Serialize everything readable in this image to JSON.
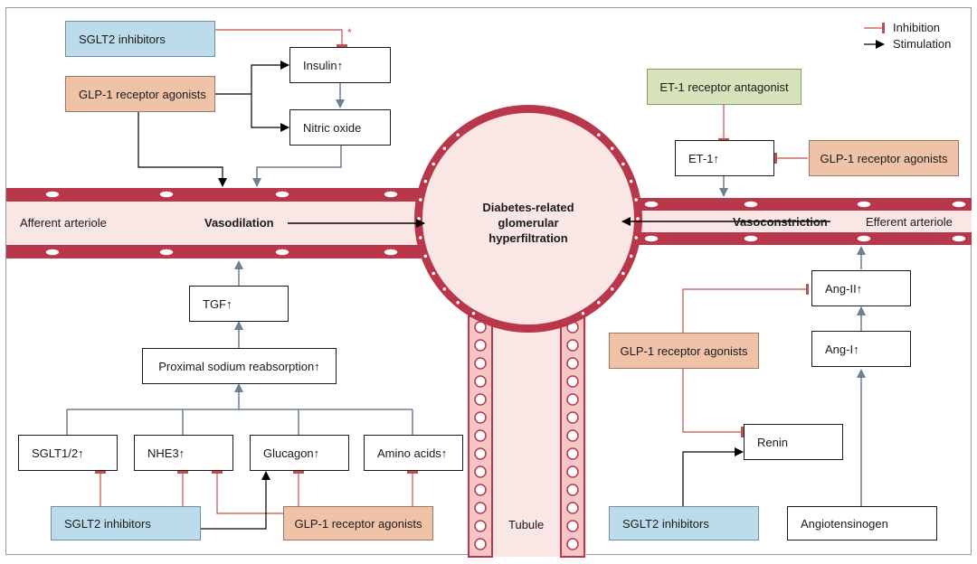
{
  "legend": {
    "inhibition": "Inhibition",
    "stimulation": "Stimulation"
  },
  "colors": {
    "inhibition": "#c0504d",
    "stimulation": "#000000",
    "pathway": "#6b7f8f",
    "vessel_wall": "#b8374a",
    "vessel_lumen": "#fbe6e6"
  },
  "nodes": {
    "sglt2_top": "SGLT2 inhibitors",
    "glp1_top_left": "GLP-1 receptor agonists",
    "insulin": "Insulin↑",
    "nitric_oxide": "Nitric oxide",
    "et1_antagonist": "ET-1 receptor antagonist",
    "et1": "ET-1↑",
    "glp1_top_right": "GLP-1 receptor agonists",
    "tgf": "TGF↑",
    "proximal_sodium": "Proximal sodium reabsorption↑",
    "sglt12": "SGLT1/2↑",
    "nhe3": "NHE3↑",
    "glucagon": "Glucagon↑",
    "amino_acids": "Amino acids↑",
    "sglt2_bottom_left": "SGLT2 inhibitors",
    "glp1_bottom_left": "GLP-1 receptor agonists",
    "ang2": "Ang-II↑",
    "ang1": "Ang-I↑",
    "glp1_right_mid": "GLP-1 receptor agonists",
    "renin": "Renin",
    "sglt2_bottom_right": "SGLT2 inhibitors",
    "angiotensinogen": "Angiotensinogen"
  },
  "labels": {
    "afferent": "Afferent arteriole",
    "vasodilation": "Vasodilation",
    "glomerulus": "Diabetes-related glomerular hyperfiltration",
    "vasoconstriction": "Vasoconstriction",
    "efferent": "Efferent arteriole",
    "tubule": "Tubule",
    "asterisk": "*"
  }
}
